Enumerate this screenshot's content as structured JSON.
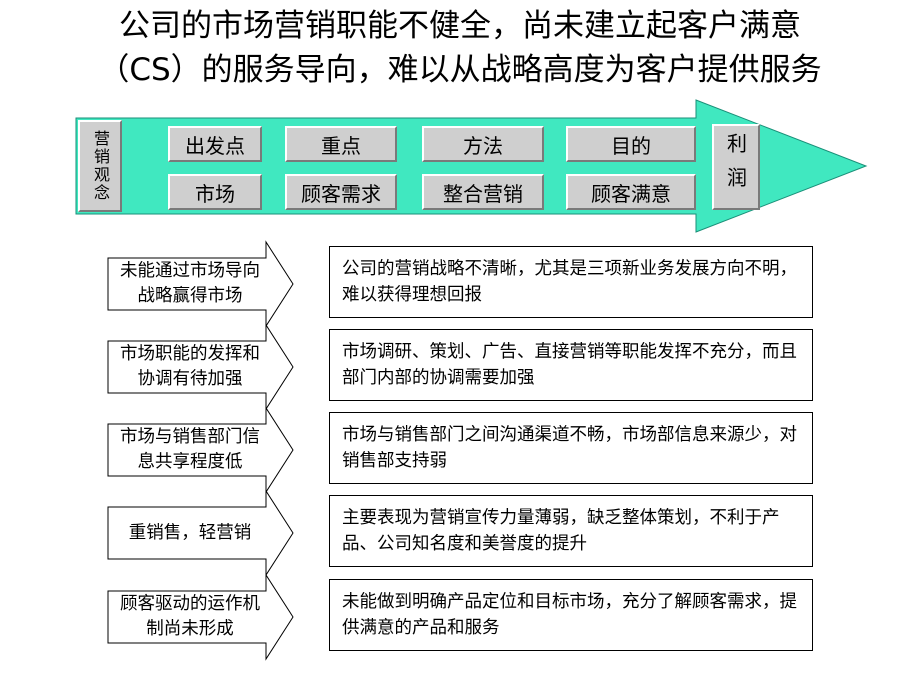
{
  "title": {
    "line1": "公司的市场营销职能不健全，尚未建立起客户满意",
    "line2": "（CS）的服务导向，难以从战略高度为客户提供服务"
  },
  "colors": {
    "band": "#40e8c0",
    "cell": "#cfcfcf",
    "border": "#000000"
  },
  "band": {
    "label": "营销观念",
    "columns": [
      {
        "header": "出发点",
        "value": "市场"
      },
      {
        "header": "重点",
        "value": "顾客需求"
      },
      {
        "header": "方法",
        "value": "整合营销"
      },
      {
        "header": "目的",
        "value": "顾客满意"
      }
    ],
    "result": "利润"
  },
  "rows": [
    {
      "issue": "未能通过市场导向战略赢得市场",
      "detail": "公司的营销战略不清晰，尤其是三项新业务发展方向不明，难以获得理想回报"
    },
    {
      "issue": "市场职能的发挥和协调有待加强",
      "detail": "市场调研、策划、广告、直接营销等职能发挥不充分，而且部门内部的协调需要加强"
    },
    {
      "issue": "市场与销售部门信息共享程度低",
      "detail": "市场与销售部门之间沟通渠道不畅，市场部信息来源少，对销售部支持弱"
    },
    {
      "issue": "重销售，轻营销",
      "detail": "主要表现为营销宣传力量薄弱，缺乏整体策划，不利于产品、公司知名度和美誉度的提升"
    },
    {
      "issue": "顾客驱动的运作机制尚未形成",
      "detail": "未能做到明确产品定位和目标市场，充分了解顾客需求，提供满意的产品和服务"
    }
  ]
}
